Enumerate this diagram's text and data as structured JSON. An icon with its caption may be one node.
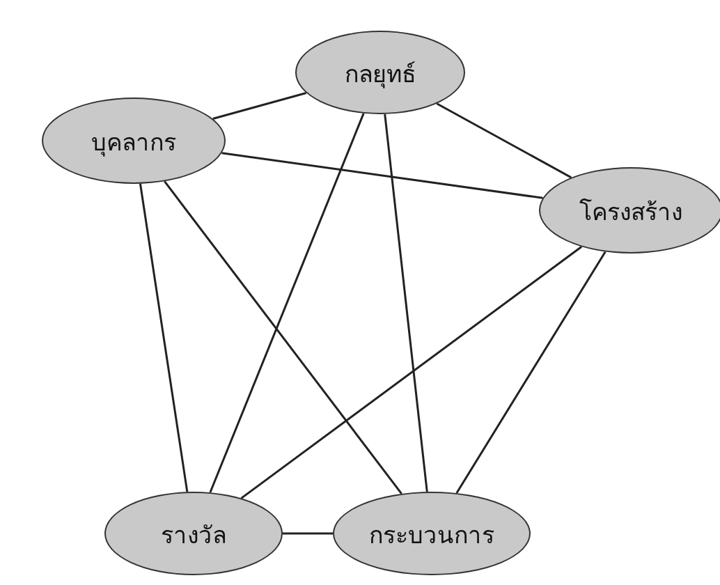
{
  "diagram": {
    "nodes": [
      {
        "text": [
          "กลยุทธ์"
        ]
      },
      {
        "text": [
          "บุคลากร"
        ]
      },
      {
        "text": [
          "โครงสร้าง"
        ]
      },
      {
        "text": [
          "รางวัล"
        ]
      },
      {
        "text": [
          "กระบวนการ"
        ]
      }
    ],
    "edges": [
      {
        "from": 0,
        "to": 1,
        "arrow": "none"
      },
      {
        "from": 0,
        "to": 2,
        "arrow": "none"
      },
      {
        "from": 0,
        "to": 3,
        "arrow": "none"
      },
      {
        "from": 0,
        "to": 4,
        "arrow": "none"
      },
      {
        "from": 1,
        "to": 2,
        "arrow": "none"
      },
      {
        "from": 1,
        "to": 3,
        "arrow": "none"
      },
      {
        "from": 1,
        "to": 4,
        "arrow": "none"
      },
      {
        "from": 2,
        "to": 3,
        "arrow": "none"
      },
      {
        "from": 2,
        "to": 4,
        "arrow": "none"
      },
      {
        "from": 3,
        "to": 4,
        "arrow": "none"
      }
    ]
  }
}
